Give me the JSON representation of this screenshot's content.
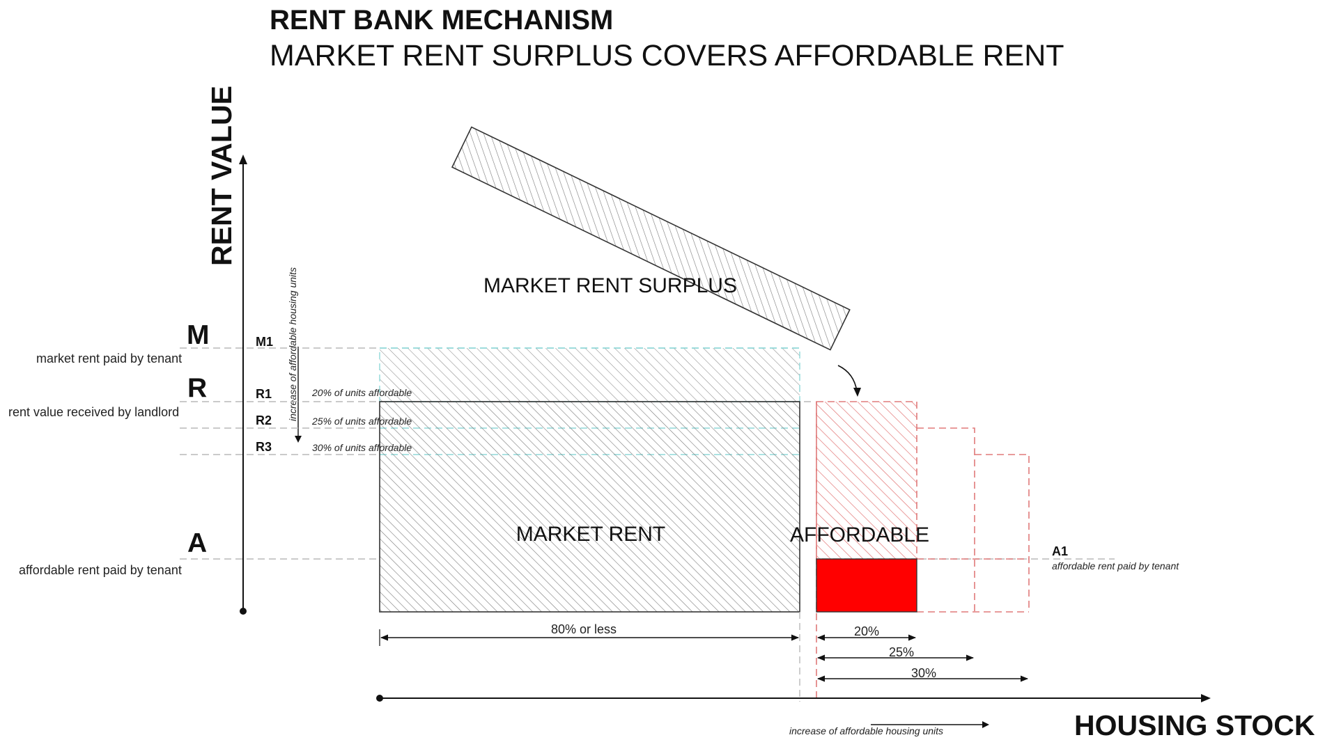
{
  "title": "RENT BANK MECHANISM",
  "subtitle": "MARKET RENT SURPLUS COVERS AFFORDABLE RENT",
  "y_axis_label": "RENT VALUE",
  "x_axis_label": "HOUSING STOCK",
  "vertical_note": "increase of affordable housing units",
  "horizontal_note": "increase of affordable housing units",
  "levels": {
    "M": {
      "letter": "M",
      "desc": "market rent paid by tenant"
    },
    "R": {
      "letter": "R",
      "desc": "rent value received by landlord"
    },
    "A": {
      "letter": "A",
      "desc": "affordable rent paid by tenant"
    }
  },
  "rent_lines": [
    {
      "code": "M1",
      "note": ""
    },
    {
      "code": "R1",
      "note": "20% of units affordable"
    },
    {
      "code": "R2",
      "note": "25% of units affordable"
    },
    {
      "code": "R3",
      "note": "30% of units affordable"
    }
  ],
  "a1": {
    "code": "A1",
    "desc": "affordable rent paid by tenant"
  },
  "blocks": {
    "market_rent": "MARKET RENT",
    "surplus": "MARKET RENT SURPLUS",
    "affordable": "AFFORDABLE"
  },
  "dimensions": {
    "market": "80% or less",
    "d20": "20%",
    "d25": "25%",
    "d30": "30%"
  },
  "colors": {
    "affordable_fill": "#ff0000",
    "hatch_gray": "#7a7a7a",
    "hatch_red": "#e06a6a",
    "cyan_guide": "#8fd8d8"
  }
}
